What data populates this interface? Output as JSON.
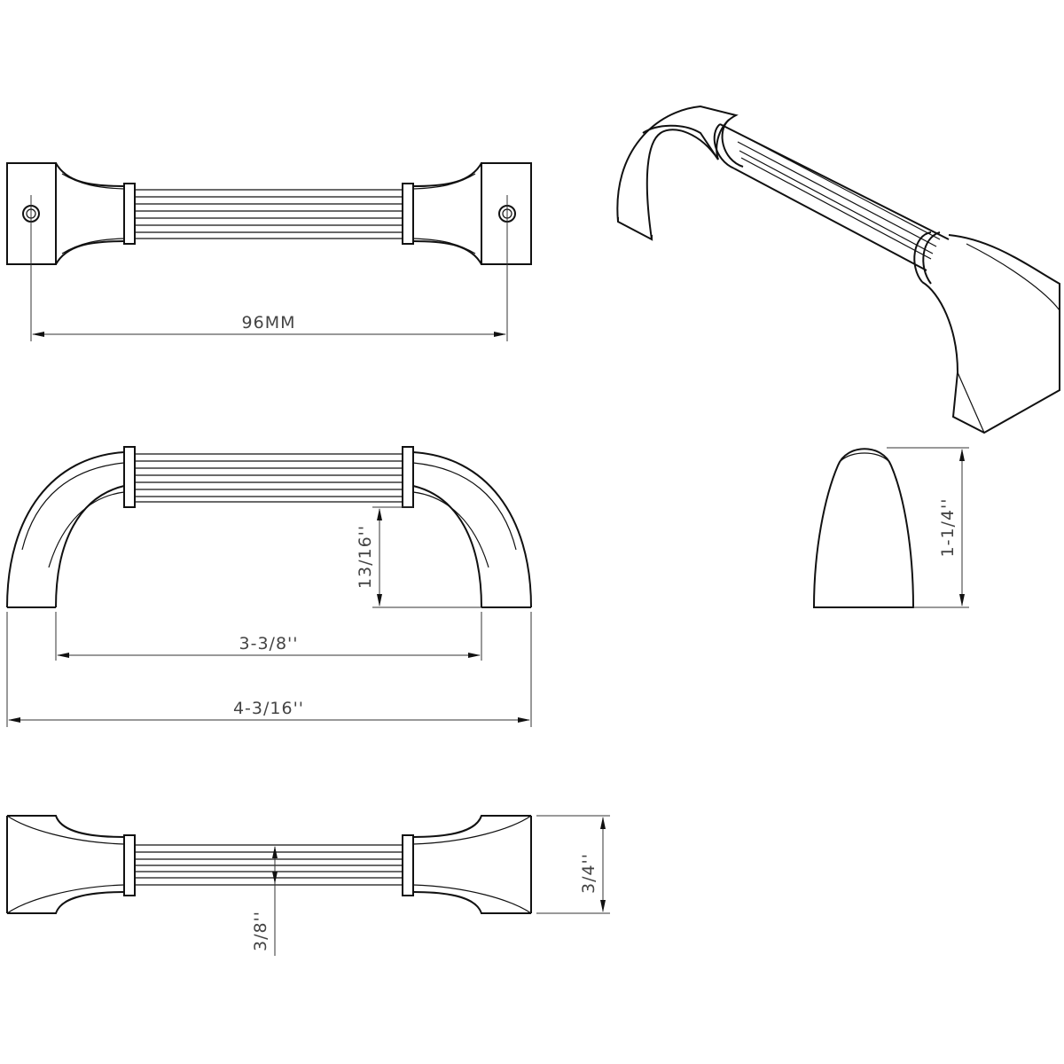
{
  "title": "Fluted cabinet pull technical drawing",
  "dimensions": {
    "center_to_center": "96MM",
    "projection": "13/16''",
    "inner_length": "3-3/8''",
    "overall_length": "4-3/16''",
    "height": "1-1/4''",
    "base_width": "3/4''",
    "bar_diameter": "3/8''"
  },
  "colors": {
    "line": "#111111",
    "background": "#ffffff"
  }
}
